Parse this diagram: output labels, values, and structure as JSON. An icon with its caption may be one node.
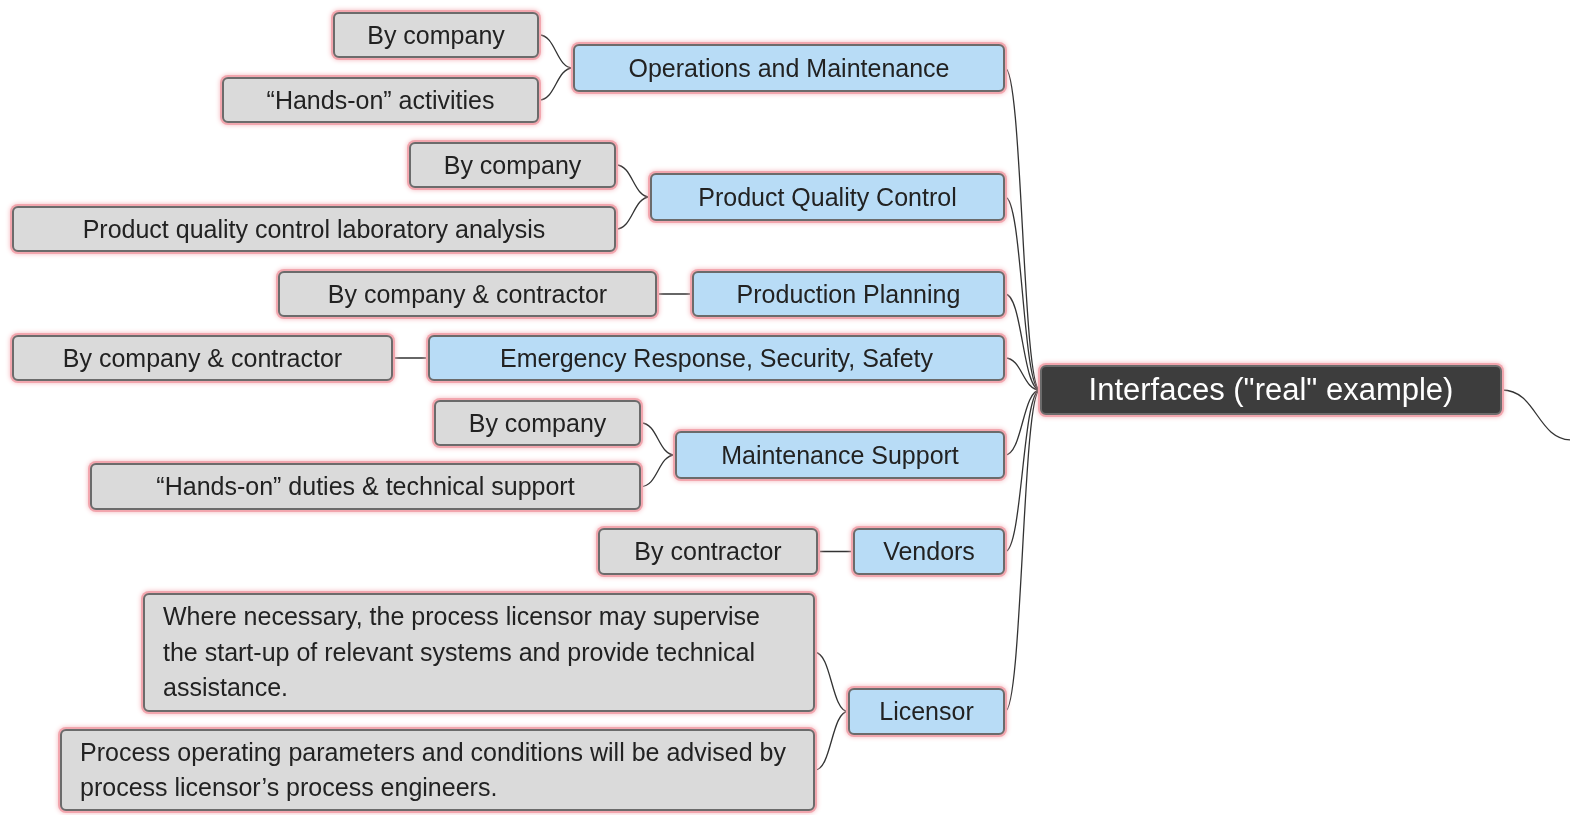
{
  "diagram": {
    "nodes": [
      {
        "text": [
          "Interfaces (\"real\" example)"
        ]
      },
      {
        "text": [
          "Operations and Maintenance"
        ]
      },
      {
        "text": [
          "By company"
        ]
      },
      {
        "text": [
          "“Hands-on” activities"
        ]
      },
      {
        "text": [
          "Product Quality Control"
        ]
      },
      {
        "text": [
          "By company"
        ]
      },
      {
        "text": [
          "Product quality control laboratory analysis"
        ]
      },
      {
        "text": [
          "Production Planning"
        ]
      },
      {
        "text": [
          "By company & contractor"
        ]
      },
      {
        "text": [
          "Emergency Response, Security, Safety"
        ]
      },
      {
        "text": [
          "By company & contractor"
        ]
      },
      {
        "text": [
          "Maintenance Support"
        ]
      },
      {
        "text": [
          "By company"
        ]
      },
      {
        "text": [
          "“Hands-on” duties & technical support"
        ]
      },
      {
        "text": [
          "Vendors"
        ]
      },
      {
        "text": [
          "By contractor"
        ]
      },
      {
        "text": [
          "Licensor"
        ]
      },
      {
        "text": [
          "Where necessary, the process licensor may supervise the start-up of relevant systems and provide technical assistance."
        ]
      },
      {
        "text": [
          "Process operating parameters and conditions will be advised by process licensor’s process engineers."
        ]
      }
    ],
    "edges": [
      {
        "from": 0,
        "to": 1,
        "arrow": "none"
      },
      {
        "from": 1,
        "to": 2,
        "arrow": "none"
      },
      {
        "from": 1,
        "to": 3,
        "arrow": "none"
      },
      {
        "from": 0,
        "to": 4,
        "arrow": "none"
      },
      {
        "from": 4,
        "to": 5,
        "arrow": "none"
      },
      {
        "from": 4,
        "to": 6,
        "arrow": "none"
      },
      {
        "from": 0,
        "to": 7,
        "arrow": "none"
      },
      {
        "from": 7,
        "to": 8,
        "arrow": "none"
      },
      {
        "from": 0,
        "to": 9,
        "arrow": "none"
      },
      {
        "from": 9,
        "to": 10,
        "arrow": "none"
      },
      {
        "from": 0,
        "to": 11,
        "arrow": "none"
      },
      {
        "from": 11,
        "to": 12,
        "arrow": "none"
      },
      {
        "from": 11,
        "to": 13,
        "arrow": "none"
      },
      {
        "from": 0,
        "to": 14,
        "arrow": "none"
      },
      {
        "from": 14,
        "to": 15,
        "arrow": "none"
      },
      {
        "from": 0,
        "to": 16,
        "arrow": "none"
      },
      {
        "from": 16,
        "to": 17,
        "arrow": "none"
      },
      {
        "from": 16,
        "to": 18,
        "arrow": "none"
      },
      {
        "from": 0,
        "to": null,
        "arrow": "none"
      }
    ]
  }
}
